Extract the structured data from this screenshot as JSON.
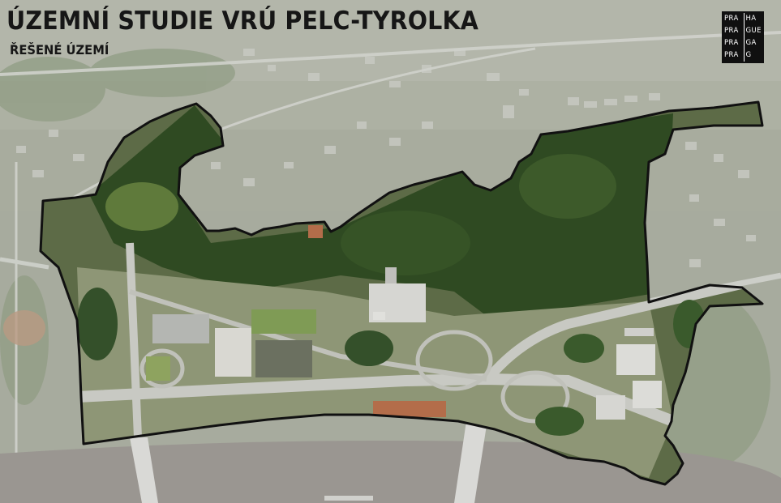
{
  "header": {
    "title": "ÚZEMNÍ STUDIE VRÚ PELC-TYROLKA",
    "subtitle": "ŘEŠENÉ ÚZEMÍ"
  },
  "logo": {
    "left_col": [
      "PRA",
      "PRA",
      "PRA",
      "PRA"
    ],
    "right_col": [
      "HA",
      "GUE",
      "GA",
      "G"
    ],
    "background": "#101010",
    "text_color": "#ffffff"
  },
  "map": {
    "boundary_color": "#111111",
    "outside_tint": "#b9bcb4",
    "vegetation_color": "#2f4a22",
    "river_color": "#8d8a86"
  }
}
